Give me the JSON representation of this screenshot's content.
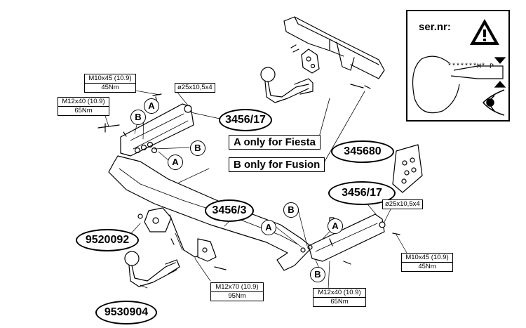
{
  "warning": {
    "title": "ser.nr:",
    "serial_plate": "*******M* P"
  },
  "parts": {
    "hitch_top": "3456/17",
    "hitch_right": "3456/17",
    "crossbar": "3456/3",
    "electrics": "345680",
    "ball_bracket": "9520092",
    "tow_ball": "9530904"
  },
  "notes": {
    "fiesta": "A only for Fiesta",
    "fusion": "B only for Fusion"
  },
  "fasteners": {
    "m10_top": {
      "size": "M10x45 (10.9)",
      "torque": "45Nm"
    },
    "m12_top": {
      "size": "M12x40 (10.9)",
      "torque": "65Nm"
    },
    "washer_top": "ø25x10,5x4",
    "washer_right": "ø25x10,5x4",
    "m10_right": {
      "size": "M10x45 (10.9)",
      "torque": "45Nm"
    },
    "m12_bottom": {
      "size": "M12x40 (10.9)",
      "torque": "65Nm"
    },
    "m12x70": {
      "size": "M12x70 (10.9)",
      "torque": "95Nm"
    }
  },
  "letters": {
    "a": "A",
    "b": "B"
  },
  "icons": [
    "warning-triangle-icon",
    "eye-icon"
  ]
}
